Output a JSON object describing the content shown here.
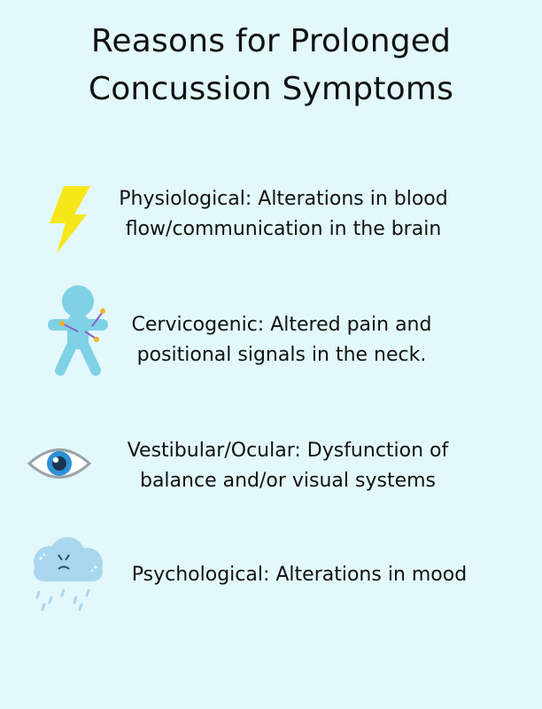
{
  "title": {
    "line1": "Reasons for Prolonged",
    "line2": "Concussion Symptoms"
  },
  "items": [
    {
      "icon": "lightning-bolt-icon",
      "line1": "Physiological: Alterations in blood",
      "line2": "flow/communication in the brain"
    },
    {
      "icon": "voodoo-doll-icon",
      "line1": "Cervicogenic: Altered pain and",
      "line2": "positional signals in the neck."
    },
    {
      "icon": "eye-icon",
      "line1": "Vestibular/Ocular: Dysfunction of",
      "line2": "balance and/or visual systems"
    },
    {
      "icon": "rain-cloud-icon",
      "line1": "Psychological: Alterations in mood"
    }
  ],
  "colors": {
    "background": "#e3f8fb",
    "bolt": "#f5e71a",
    "figure": "#7fd1e6",
    "pin_head": "#f0b429",
    "pin_needle": "#8a5cc7",
    "eye_iris": "#2f8fd6",
    "cloud": "#a9d7ef"
  }
}
